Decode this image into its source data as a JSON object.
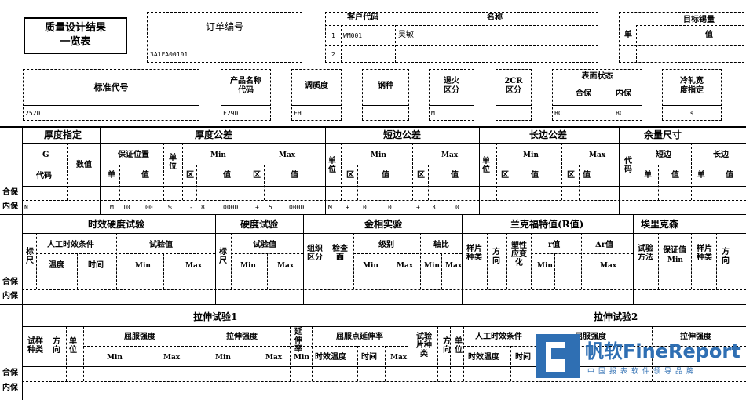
{
  "header": {
    "title_line1": "质量设计结果",
    "title_line2": "一览表",
    "order_no_label": "订单编号",
    "order_no_value": "3A1FA00101",
    "customer": {
      "code_label": "客户代码",
      "name_label": "名称",
      "rows": [
        {
          "idx": "1",
          "code": "WM001",
          "name": "吴敏"
        },
        {
          "idx": "2",
          "code": "",
          "name": ""
        }
      ]
    },
    "target_weight": {
      "label": "目标锡量",
      "unit_label": "单",
      "value_label": "值"
    }
  },
  "row2": {
    "std_code_label": "标准代号",
    "std_code_value": "2520",
    "product_name_label_1": "产品名称",
    "product_name_label_2": "代码",
    "product_name_value": "F290",
    "temper_label": "调质度",
    "temper_value": "FH",
    "steel_label": "钢种",
    "anneal_label_1": "退火",
    "anneal_label_2": "区分",
    "anneal_value": "M",
    "cr_label_1": "2CR",
    "cr_label_2": "区分",
    "surface_label": "表面状态",
    "surface_hebao": "合保",
    "surface_neibao": "内保",
    "surface_hebao_value": "BC",
    "surface_neibao_value": "BC",
    "cold_width_label_1": "冷轧宽",
    "cold_width_label_2": "度指定",
    "cold_width_value": "s"
  },
  "thickness_section": {
    "thick_spec": "厚度指定",
    "g_label": "G",
    "code_label": "代码",
    "num_label": "数值",
    "thick_tol": "厚度公差",
    "guar_pos": "保证位置",
    "unit": "单位",
    "min": "Min",
    "max": "Max",
    "dan": "单",
    "zhi": "值",
    "qu": "区",
    "short_tol": "短边公差",
    "long_tol": "长边公差",
    "margin": "余量尺寸",
    "margin_code": "代码",
    "short_edge": "短边",
    "long_edge": "长边",
    "row_hebao": "合保",
    "row_neibao": "内保",
    "neibao_values": [
      "N",
      "M",
      "10",
      "00",
      "%",
      "-",
      "8",
      "0000",
      "+",
      "5",
      "0000",
      "M",
      "+",
      "0",
      "0",
      "+",
      "3",
      "0"
    ]
  },
  "hardness_section": {
    "aging_test": "时效硬度试验",
    "mark": "标尺",
    "artificial_aging": "人工时效条件",
    "temperature": "温度",
    "time": "时间",
    "test_value": "试验值",
    "min": "Min",
    "max": "Max",
    "hardness_test": "硬度试验",
    "metallographic": "金相实验",
    "structure_class": "组织区分",
    "inspect_face": "检查面",
    "grade": "级别",
    "axial_ratio": "轴比",
    "lankford": "兰克福特值(R值)",
    "sample_type": "样片种类",
    "direction": "方向",
    "plastic_strain": "塑性应变化",
    "r_value": "r值",
    "delta_r": "Δr值",
    "erichsen": "埃里克森",
    "test_method": "试验方法",
    "guaranteed_value": "保证值",
    "row_hebao": "合保",
    "row_neibao": "内保"
  },
  "tensile_section": {
    "tensile1": "拉伸试验1",
    "tensile2": "拉伸试验2",
    "sample_type": "试样种类",
    "direction": "方向",
    "unit": "单位",
    "yield_strength": "屈服强度",
    "tensile_strength": "拉伸强度",
    "elongation": "延伸率",
    "yield_point_elong": "屈服点延伸率",
    "aging_temp": "时效温度",
    "time": "时间",
    "test_sample_type": "试验片种类",
    "artificial_aging": "人工时效条件",
    "min": "Min",
    "max": "Max",
    "row_hebao": "合保",
    "row_neibao": "内保"
  },
  "watermark": {
    "brand": "帆软FineReport",
    "tagline": "中国报表软件领导品牌",
    "accent": "#2f6fb3"
  }
}
